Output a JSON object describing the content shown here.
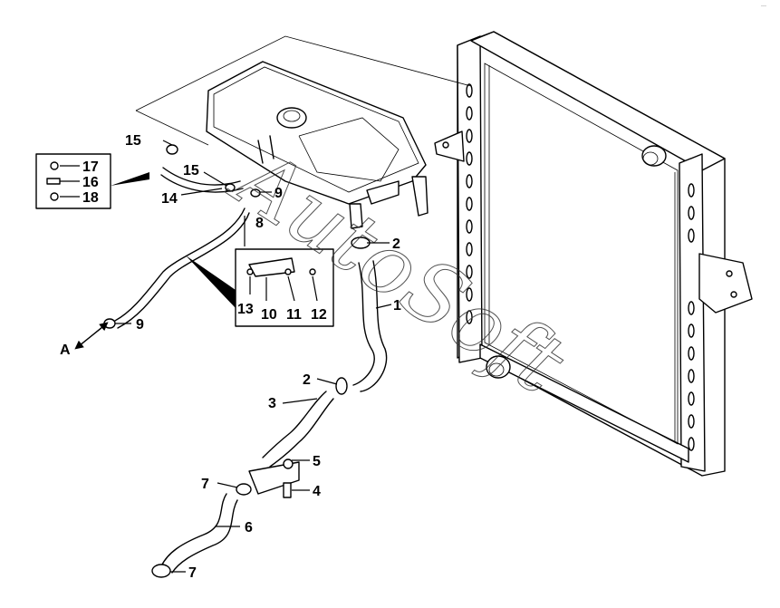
{
  "watermark": "AutoSoft",
  "corner_mark": "···",
  "labels": {
    "p1": "1",
    "p2a": "2",
    "p2b": "2",
    "p3": "3",
    "p4": "4",
    "p5": "5",
    "p6": "6",
    "p7a": "7",
    "p7b": "7",
    "p8": "8",
    "p9a": "9",
    "p9b": "9",
    "p10": "10",
    "p11": "11",
    "p12": "12",
    "p13": "13",
    "p14": "14",
    "p15a": "15",
    "p15b": "15",
    "p16": "16",
    "p17": "17",
    "p18": "18",
    "arrowA": "A"
  }
}
